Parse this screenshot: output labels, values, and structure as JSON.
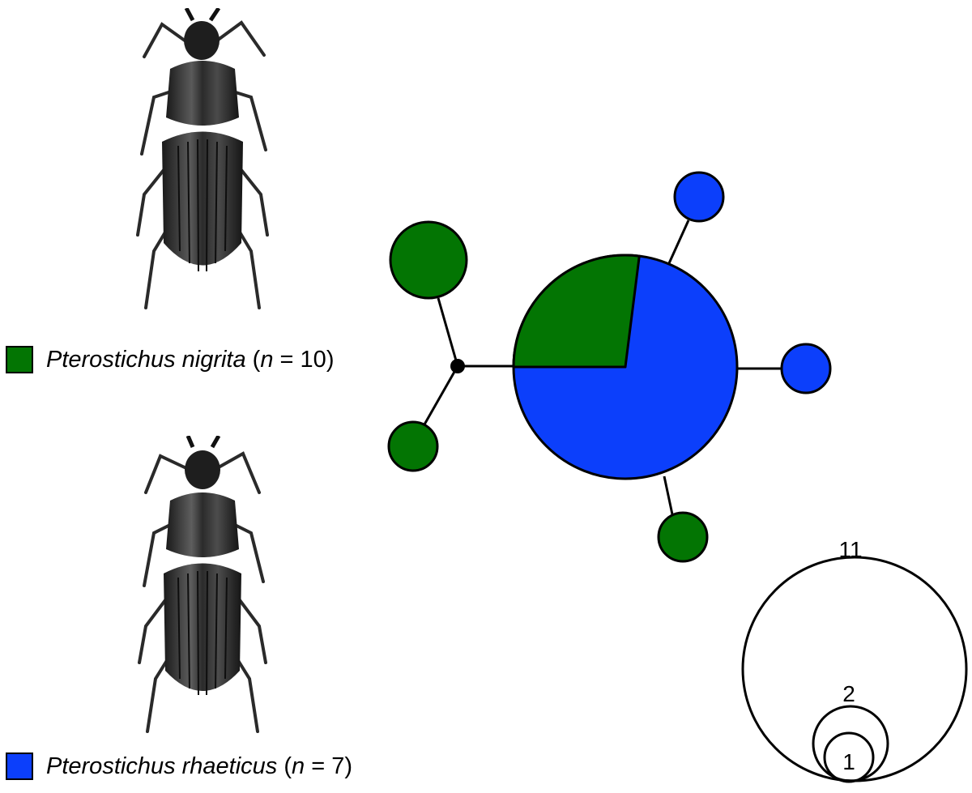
{
  "legend": [
    {
      "species": "Pterostichus nigrita",
      "n_label": "n",
      "open": " (",
      "eq": " = ",
      "count": "10",
      "close": ")",
      "color": "#037503"
    },
    {
      "species": "Pterostichus rhaeticus",
      "n_label": "n",
      "open": " (",
      "eq": " = ",
      "count": "7",
      "close": ")",
      "color": "#0c3ffb"
    }
  ],
  "network": {
    "stroke": "#000000",
    "central_haplotype": {
      "count": 11,
      "nigrita_fraction": 0.27
    },
    "side_haplotypes": [
      {
        "color": "#037503",
        "count": 2
      },
      {
        "color": "#037503",
        "count": 1
      },
      {
        "color": "#037503",
        "count": 1
      },
      {
        "color": "#0c3ffb",
        "count": 1
      },
      {
        "color": "#0c3ffb",
        "count": 1
      }
    ]
  },
  "size_scale": {
    "labels": [
      "11",
      "2",
      "1"
    ]
  },
  "images": [
    {
      "name": "beetle-pterostichus-nigrita"
    },
    {
      "name": "beetle-pterostichus-rhaeticus"
    }
  ]
}
